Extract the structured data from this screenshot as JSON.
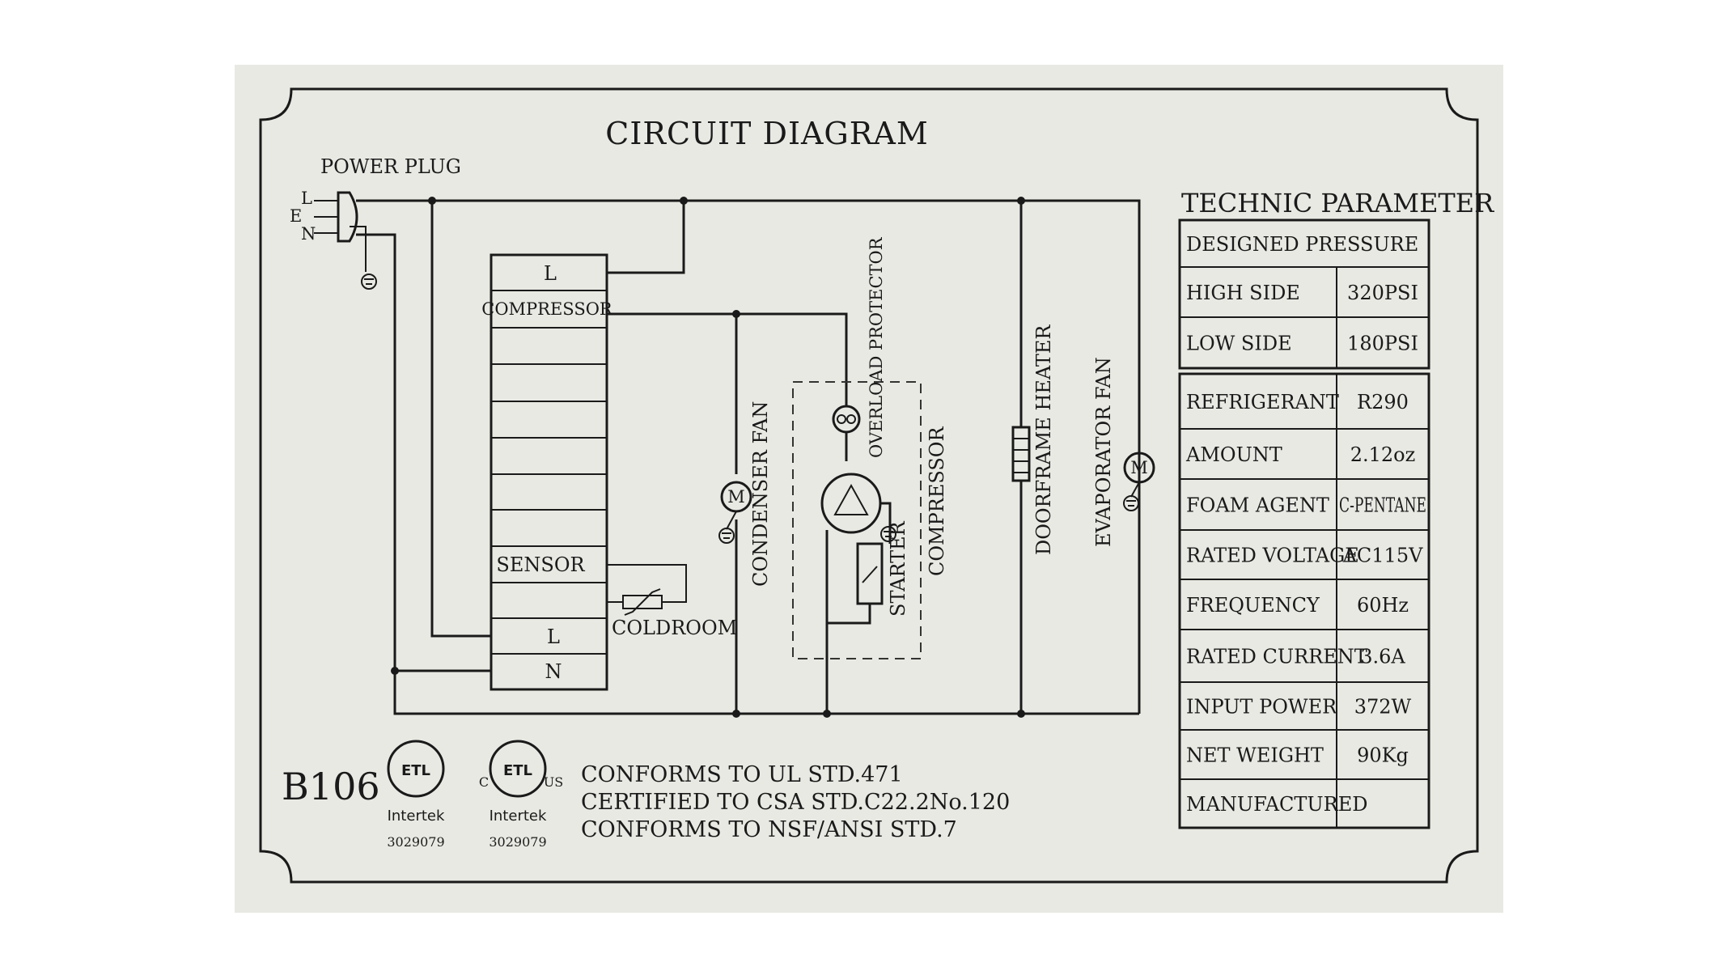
{
  "title": "CIRCUIT DIAGRAM",
  "model": "B106",
  "colors": {
    "plate": "#e9e9e4",
    "ink": "#1a1a1a",
    "page": "#ffffff"
  },
  "labels": {
    "power_plug": "POWER PLUG",
    "plug_l": "L",
    "plug_e": "E",
    "plug_n": "N",
    "ctrl_l_top": "L",
    "ctrl_compressor": "COMPRESSOR",
    "ctrl_sensor": "SENSOR",
    "ctrl_l_bottom": "L",
    "ctrl_n": "N",
    "coldroom": "COLDROOM",
    "condenser_fan": "CONDENSER FAN",
    "overload_protector": "OVERLOAD PROTECTOR",
    "starter": "STARTER",
    "compressor": "COMPRESSOR",
    "doorframe_heater": "DOORFRAME HEATER",
    "evaporator_fan": "EVAPORATOR FAN",
    "motor_symbol": "M"
  },
  "parameters": {
    "heading": "TECHNIC PARAMETER",
    "rows": [
      {
        "name": "DESIGNED PRESSURE",
        "value": ""
      },
      {
        "name": "HIGH SIDE",
        "value": "320PSI"
      },
      {
        "name": "LOW SIDE",
        "value": "180PSI"
      },
      {
        "name": "REFRIGERANT",
        "value": "R290"
      },
      {
        "name": "AMOUNT",
        "value": "2.12oz"
      },
      {
        "name": "FOAM AGENT",
        "value": "C-PENTANE"
      },
      {
        "name": "RATED VOLTAGE",
        "value": "AC115V"
      },
      {
        "name": "FREQUENCY",
        "value": "60Hz"
      },
      {
        "name": "RATED CURRENT",
        "value": "3.6A"
      },
      {
        "name": "INPUT POWER",
        "value": "372W"
      },
      {
        "name": "NET WEIGHT",
        "value": "90Kg"
      },
      {
        "name": "MANUFACTURED",
        "value": ""
      }
    ]
  },
  "certifications": [
    {
      "mark": "ETL",
      "brand": "Intertek",
      "number": "3029079"
    },
    {
      "mark": "ETL",
      "prefix": "C",
      "suffix": "US",
      "brand": "Intertek",
      "number": "3029079"
    }
  ],
  "standards": [
    "CONFORMS TO UL STD.471",
    "CERTIFIED TO CSA STD.C22.2No.120",
    "CONFORMS TO NSF/ANSI STD.7"
  ]
}
